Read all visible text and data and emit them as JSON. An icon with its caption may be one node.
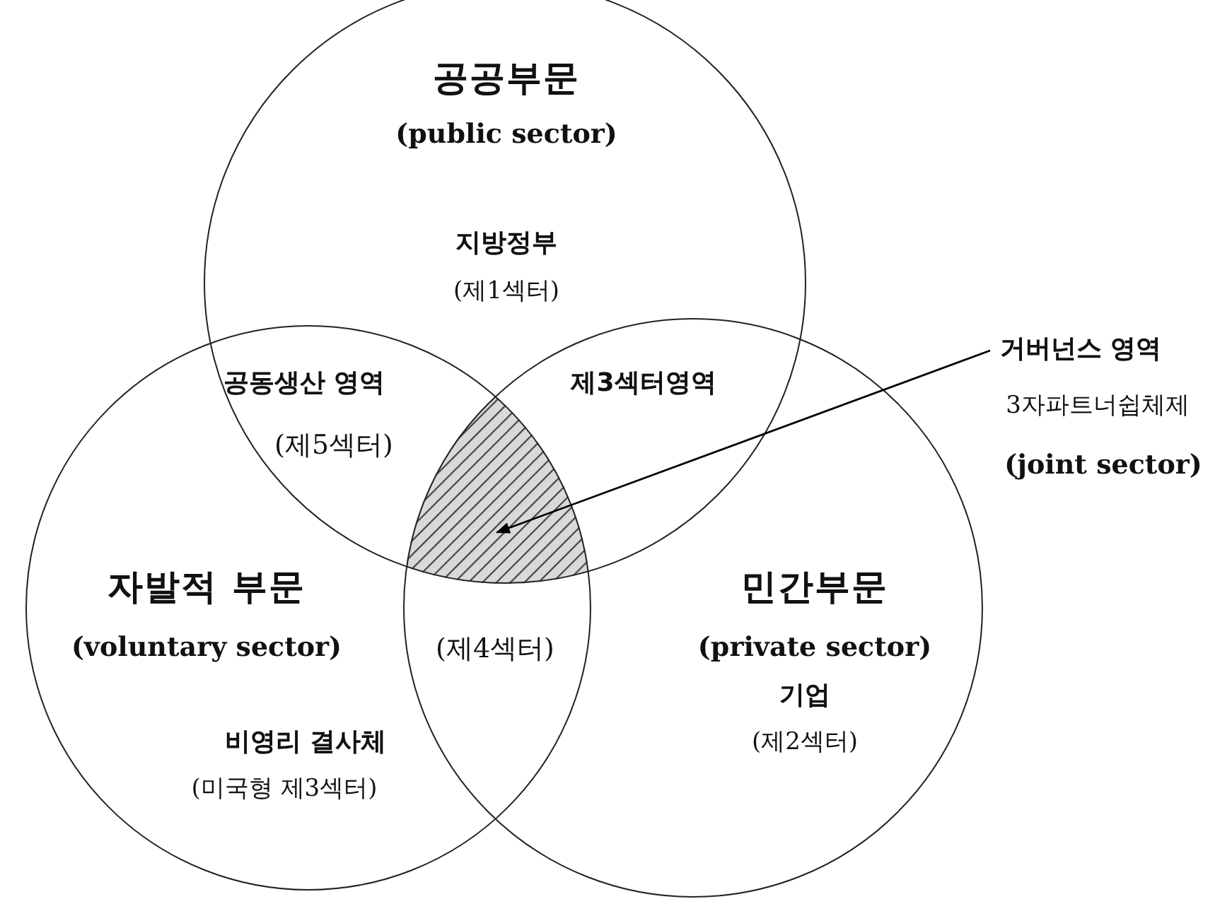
{
  "diagram": {
    "nodes": [
      {
        "text": [
          "공공부문",
          "(public sector)",
          "지방정부",
          "(제1섹터)"
        ]
      },
      {
        "text": [
          "자발적 부문",
          "(voluntary sector)",
          "비영리 결사체",
          "(미국형 제3섹터)"
        ]
      },
      {
        "text": [
          "민간부문",
          "(private sector)",
          "기업",
          "(제2섹터)"
        ]
      },
      {
        "text": [],
        "shape": "triangle"
      },
      {
        "text": [
          "거버넌스 영역",
          "3자파트너쉽체제",
          "(joint sector)"
        ]
      }
    ],
    "edges": [
      {
        "from": 4,
        "to": 3,
        "arrow": "to"
      }
    ],
    "labels": [
      "공동생산 영역",
      "제3섹터영역",
      "(제5섹터)",
      "(제4섹터)"
    ]
  }
}
